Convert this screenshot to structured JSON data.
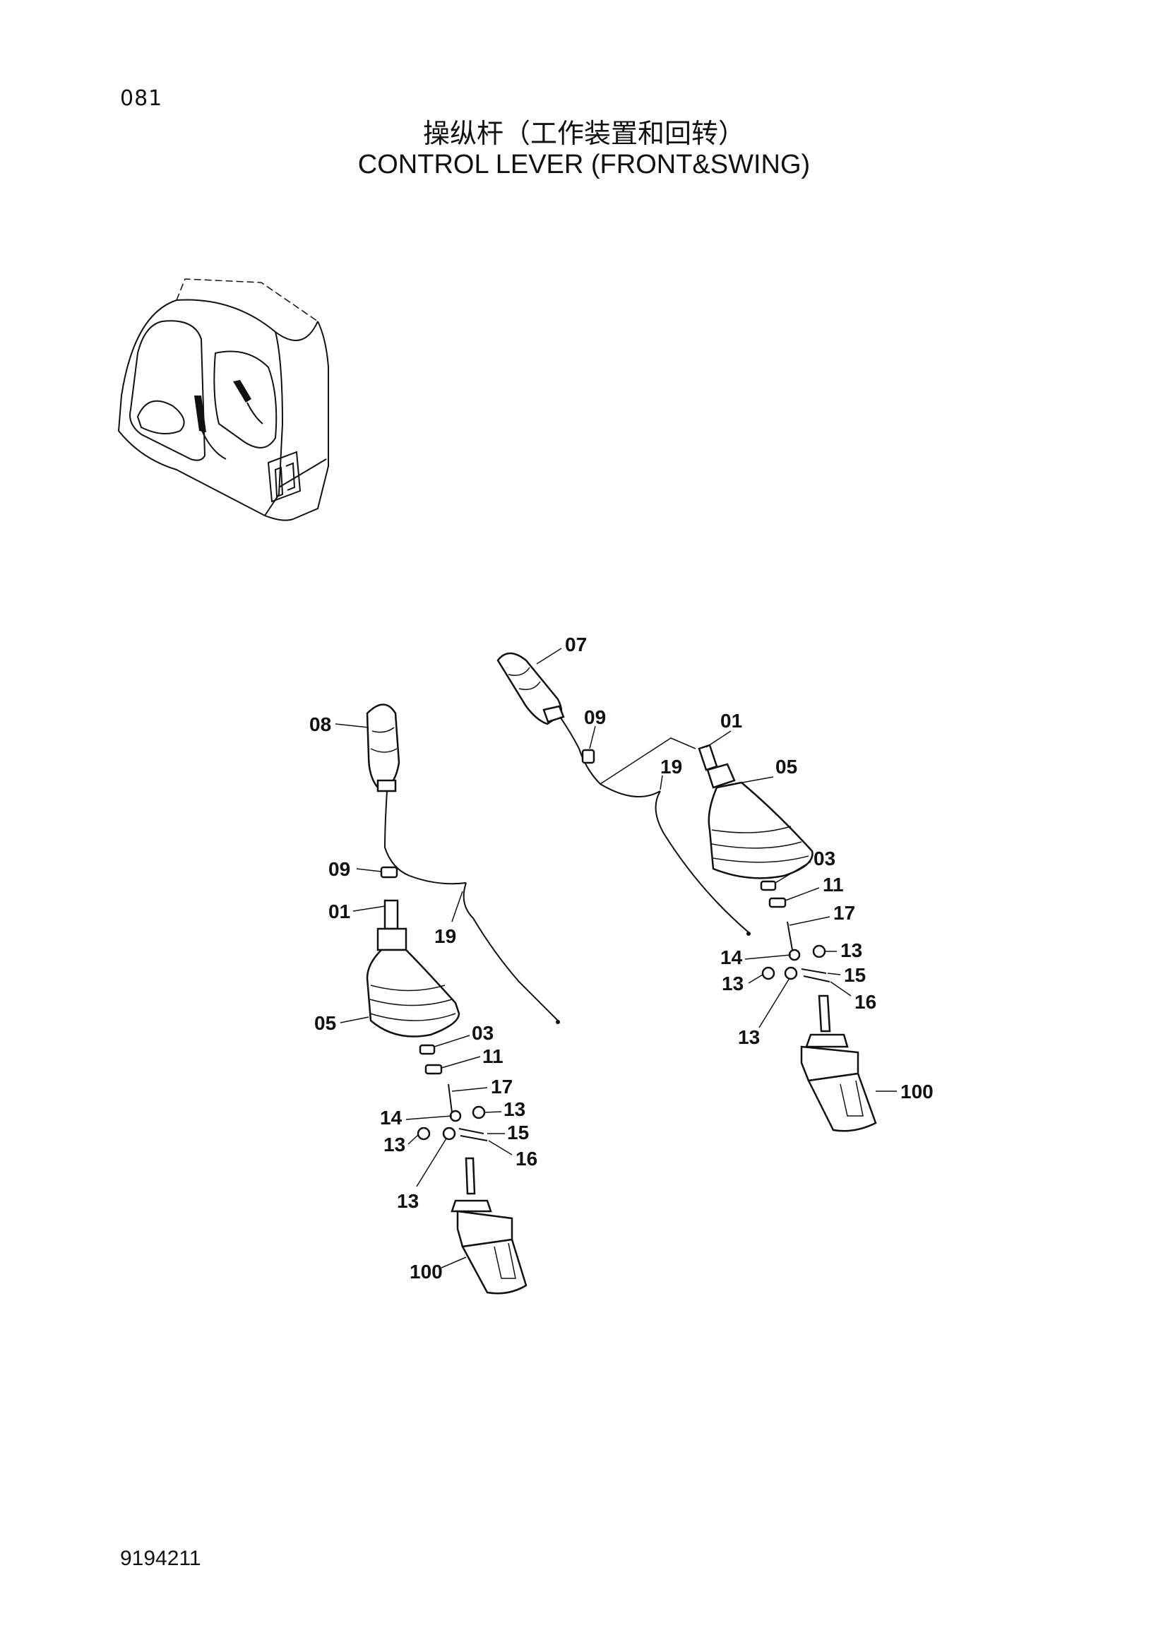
{
  "page": {
    "number": "081",
    "title_zh": "操纵杆（工作装置和回转）",
    "title_en": "CONTROL LEVER (FRONT&SWING)",
    "doc_code": "9194211"
  },
  "cab_inset": {
    "icon": "excavator-cab-icon"
  },
  "left_assembly": {
    "callouts": {
      "c08": "08",
      "c09": "09",
      "c01": "01",
      "c19": "19",
      "c05": "05",
      "c03": "03",
      "c11": "11",
      "c17": "17",
      "c14": "14",
      "c13a": "13",
      "c13b": "13",
      "c15": "15",
      "c16": "16",
      "c13c": "13",
      "c100": "100"
    }
  },
  "right_assembly": {
    "callouts": {
      "c07": "07",
      "c09": "09",
      "c01": "01",
      "c19": "19",
      "c05": "05",
      "c03": "03",
      "c11": "11",
      "c17": "17",
      "c14": "14",
      "c13a": "13",
      "c13b": "13",
      "c15": "15",
      "c16": "16",
      "c13c": "13",
      "c100": "100"
    }
  }
}
